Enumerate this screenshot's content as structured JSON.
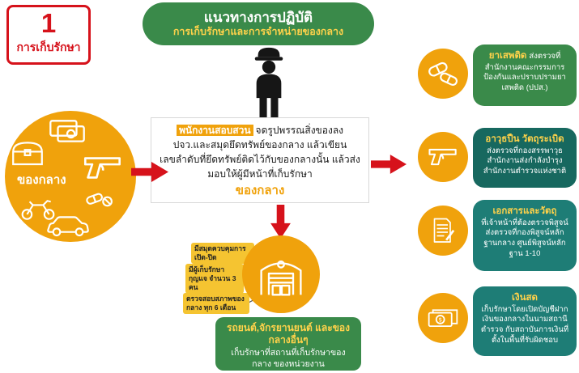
{
  "colors": {
    "red": "#d6121b",
    "green": "#3a8a4a",
    "orange": "#f0a20c",
    "teal": "#1e7d76",
    "teal-dark": "#17685f",
    "label-yellow": "#f5c431",
    "title-yellow": "#ffd24a"
  },
  "badge": {
    "number": "1",
    "label": "การเก็บรักษา"
  },
  "title": {
    "line1": "แนวทางการปฏิบัติ",
    "line2": "การเก็บรักษาและการจำหน่ายของกลาง"
  },
  "evidence": {
    "label": "ของกลาง",
    "icons": [
      "money-icon",
      "treasure-chest-icon",
      "gun-icon",
      "motorcycle-icon",
      "pills-icon",
      "car-icon"
    ]
  },
  "process": {
    "actor": "พนักงานสอบสวน",
    "text": "จดรูปพรรณสิ่งของลง ปจว.และสมุดยึดทรัพย์ของกลาง แล้วเขียนเลขลำดับที่ยึดทรัพย์ติดไว้กับของกลางนั้น แล้วส่งมอบให้ผู้มีหน้าที่เก็บรักษา",
    "emphasis": "ของกลาง"
  },
  "storage": {
    "icon": "warehouse-icon",
    "notes": [
      {
        "label": "มีสมุดควบคุมการเปิด-ปิด"
      },
      {
        "label": "มีผู้เก็บรักษากุญแจ จำนวน 3 คน"
      },
      {
        "label": "ตรวจสอบสภาพของกลาง ทุก 6 เดือน"
      }
    ]
  },
  "vehicle_box": {
    "title": "รถยนต์,จักรยานยนต์ และของกลางอื่นๆ",
    "text": "เก็บรักษาที่สถานที่เก็บรักษาของกลาง ของหน่วยงาน"
  },
  "right_items": [
    {
      "icon": "pills-icon",
      "title": "ยาเสพติด",
      "text": "ส่งตรวจที่ สำนักงานคณะกรรมการป้องกันและปราบปรามยาเสพติด (ปปส.)"
    },
    {
      "icon": "gun-icon",
      "title": "อาวุธปืน วัตถุระเบิด",
      "text": "ส่งตรวจที่กองสรรพาวุธ สำนักงานส่งกำลังบำรุง สำนักงานตำรวจแห่งชาติ"
    },
    {
      "icon": "document-icon",
      "title": "เอกสารและวัตถุ",
      "text": "ที่เจ้าหน้าที่ต้องตรวจพิสูจน์ ส่งตรวจที่กองพิสูจน์หลักฐานกลาง ศูนย์พิสูจน์หลักฐาน 1-10"
    },
    {
      "icon": "money-icon",
      "title": "เงินสด",
      "text": "เก็บรักษาโดยเปิดบัญชีฝากเงินของกลางในนามสถานีตำรวจ กับสถาบันการเงินที่ตั้งในพื้นที่รับผิดชอบ"
    }
  ]
}
